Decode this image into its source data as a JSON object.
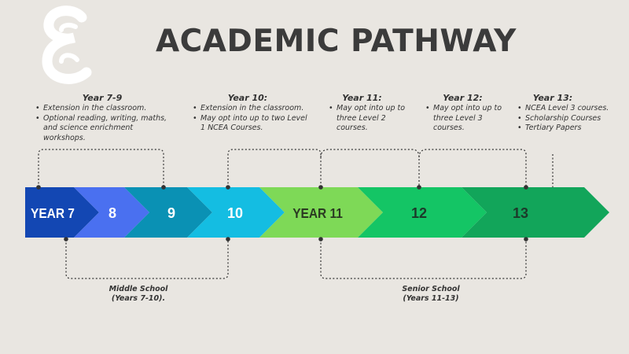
{
  "title": "ACADEMIC PATHWAY",
  "logo": {
    "icon": "script-e-logo",
    "color": "#ffffff"
  },
  "notes": [
    {
      "heading": "Year 7-9",
      "items": [
        "Extension in the classroom.",
        "Optional reading, writing, maths, and science enrichment workshops."
      ]
    },
    {
      "heading": "Year 10:",
      "items": [
        "Extension in the classroom.",
        "May opt into up to two Level 1 NCEA Courses."
      ]
    },
    {
      "heading": "Year 11:",
      "items": [
        "May opt into up to three Level 2 courses."
      ]
    },
    {
      "heading": "Year 12:",
      "items": [
        "May opt into up to three Level 3 courses."
      ]
    },
    {
      "heading": "Year 13:",
      "items": [
        "NCEA Level 3 courses.",
        "Scholarship Courses",
        "Tertiary Papers"
      ]
    }
  ],
  "timeline": [
    {
      "label": "YEAR 7",
      "color": "#1347b3",
      "text_color": "#ffffff"
    },
    {
      "label": "8",
      "color": "#4a70f0",
      "text_color": "#ffffff"
    },
    {
      "label": "9",
      "color": "#0a91b4",
      "text_color": "#ffffff"
    },
    {
      "label": "10",
      "color": "#14bde2",
      "text_color": "#ffffff"
    },
    {
      "label": "YEAR 11",
      "color": "#7ed957",
      "text_color": "#2b3a22"
    },
    {
      "label": "12",
      "color": "#14c565",
      "text_color": "#1c3a2a"
    },
    {
      "label": "13",
      "color": "#12a55a",
      "text_color": "#1c3a2a"
    }
  ],
  "groups": [
    {
      "label": "Middle School",
      "range": "(Years 7-10)."
    },
    {
      "label": "Senior School",
      "range": "(Years 11-13)"
    }
  ]
}
